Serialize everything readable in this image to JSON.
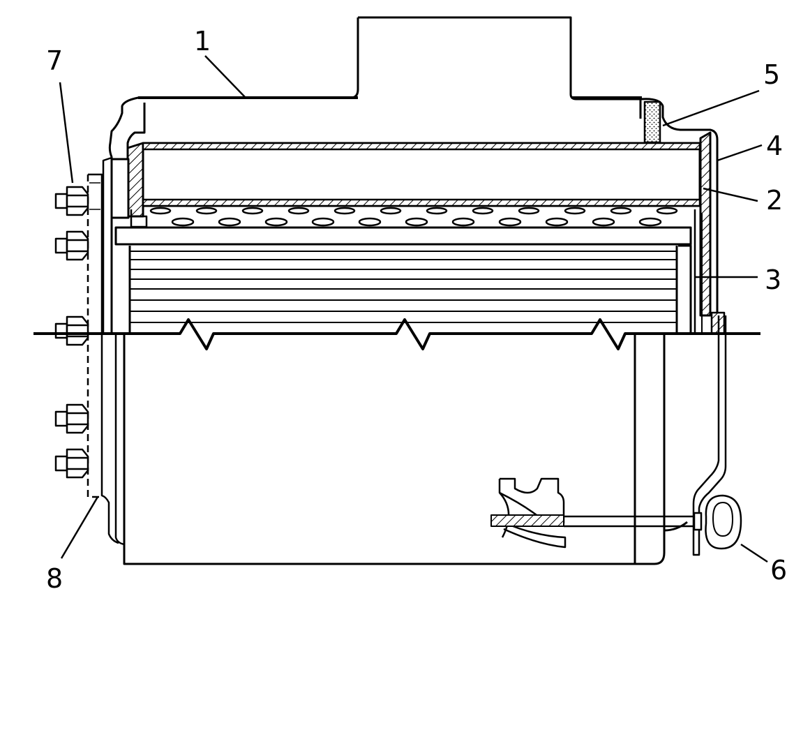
{
  "colors": {
    "ink": "#000000",
    "paper": "#ffffff"
  },
  "callouts": [
    {
      "id": "1",
      "text": "1"
    },
    {
      "id": "2",
      "text": "2"
    },
    {
      "id": "3",
      "text": "3"
    },
    {
      "id": "4",
      "text": "4"
    },
    {
      "id": "5",
      "text": "5"
    },
    {
      "id": "6",
      "text": "6"
    },
    {
      "id": "7",
      "text": "7"
    },
    {
      "id": "8",
      "text": "8"
    }
  ]
}
